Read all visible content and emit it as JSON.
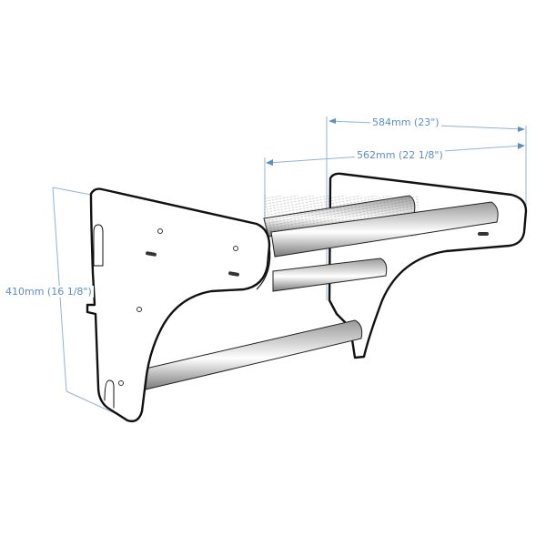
{
  "diagram": {
    "type": "technical product drawing",
    "subject": "wall-mounted bar rack with two side brackets and four cylindrical bars",
    "colors": {
      "dimension_line": "#8fb3d6",
      "dimension_text": "#5b8fc4",
      "outline": "#111111",
      "background": "#ffffff"
    },
    "dimensions": {
      "overall_depth": {
        "label": "584mm (23\")",
        "value_mm": 584,
        "value_in": "23"
      },
      "bar_length": {
        "label": "562mm (22 1/8\")",
        "value_mm": 562,
        "value_in": "22 1/8"
      },
      "bracket_height": {
        "label": "410mm (16 1/8\")",
        "value_mm": 410,
        "value_in": "16 1/8"
      }
    },
    "components": {
      "brackets": 2,
      "bars": 4,
      "mounting_slots_per_bracket": 2
    }
  }
}
